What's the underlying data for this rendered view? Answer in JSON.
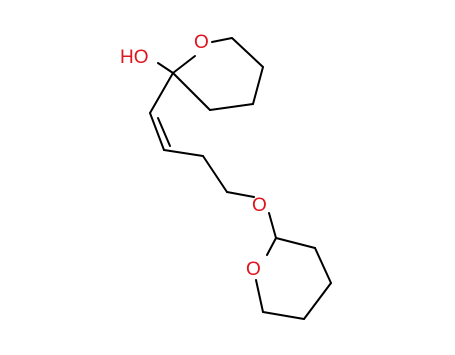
{
  "molecule": {
    "labels": {
      "hydroxyl": "HO",
      "ring1_oxygen": "O",
      "ether_oxygen": "O",
      "ring2_oxygen": "O"
    },
    "colors": {
      "bond": "#000000",
      "heteroatom": "#e0141e",
      "background": "#ffffff"
    }
  }
}
